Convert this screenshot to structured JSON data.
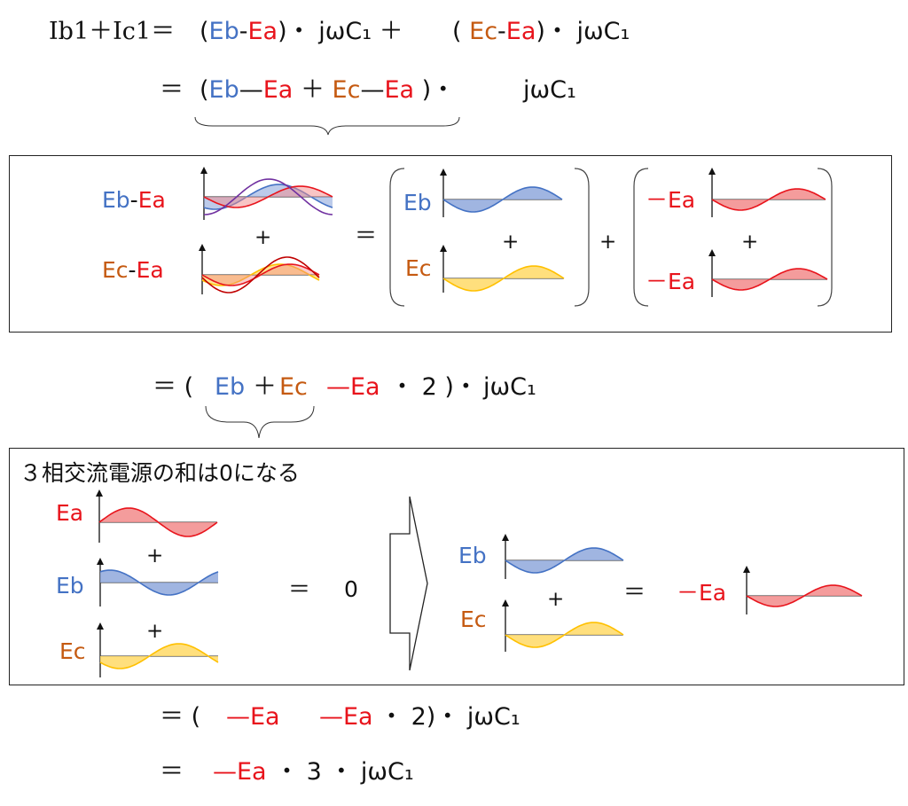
{
  "colors": {
    "eb": "#4472c4",
    "ec": "#c55a11",
    "ea": "#e8141c",
    "ec_wave": "#ffc000",
    "eb_minus_ea": "#7030a0"
  },
  "eq1": {
    "lhs": "Ib1＋Ic1＝",
    "open1": "(",
    "eb": "Eb",
    "dash": "-",
    "ea": "Ea",
    "close1": ")・ jωC₁ ＋",
    "open2": "(",
    "ec": "Ec",
    "dash2": "-",
    "ea2": "Ea",
    "close2": ")・ jωC₁"
  },
  "eq2": {
    "eq": "＝",
    "open": "(",
    "eb": "Eb",
    "minus1": "—",
    "ea": "Ea",
    "plus": "＋",
    "ec": "Ec",
    "minus2": "—",
    "ea2": "Ea",
    "close": ")・",
    "jwc": "jωC₁"
  },
  "box1": {
    "eb_ea_eb": "Eb",
    "eb_ea_dash": "-",
    "eb_ea_ea": "Ea",
    "ec_ea_ec": "Ec",
    "ec_ea_dash": "-",
    "ec_ea_ea": "Ea",
    "plus_left": "+",
    "equals": "＝",
    "paren1_top": "Eb",
    "paren1_bottom": "Ec",
    "paren1_plus": "+",
    "between_plus": "+",
    "paren2_top": "－Ea",
    "paren2_bottom": "－Ea",
    "paren2_plus": "+"
  },
  "eq3": {
    "open": "＝ (",
    "eb": "Eb",
    "plus": "＋",
    "ec": "Ec",
    "neg_ea": "—Ea",
    "times": "・ 2 )・",
    "jwc": "jωC₁"
  },
  "box2": {
    "title": "３相交流電源の和は0になる",
    "ea": "Ea",
    "eb": "Eb",
    "ec": "Ec",
    "plus1": "+",
    "plus2": "+",
    "equals0": "＝",
    "zero": "0",
    "r_eb": "Eb",
    "r_ec": "Ec",
    "r_plus": "+",
    "r_equals": "＝",
    "r_neg_ea": "－Ea"
  },
  "eq4": {
    "open": "＝ (",
    "neg_ea1": "—Ea",
    "neg_ea2": "—Ea",
    "rest": "・ 2)・ jωC₁"
  },
  "eq5": {
    "eq": "＝",
    "neg_ea": "—Ea",
    "rest": "・ 3 ・ jωC₁"
  }
}
